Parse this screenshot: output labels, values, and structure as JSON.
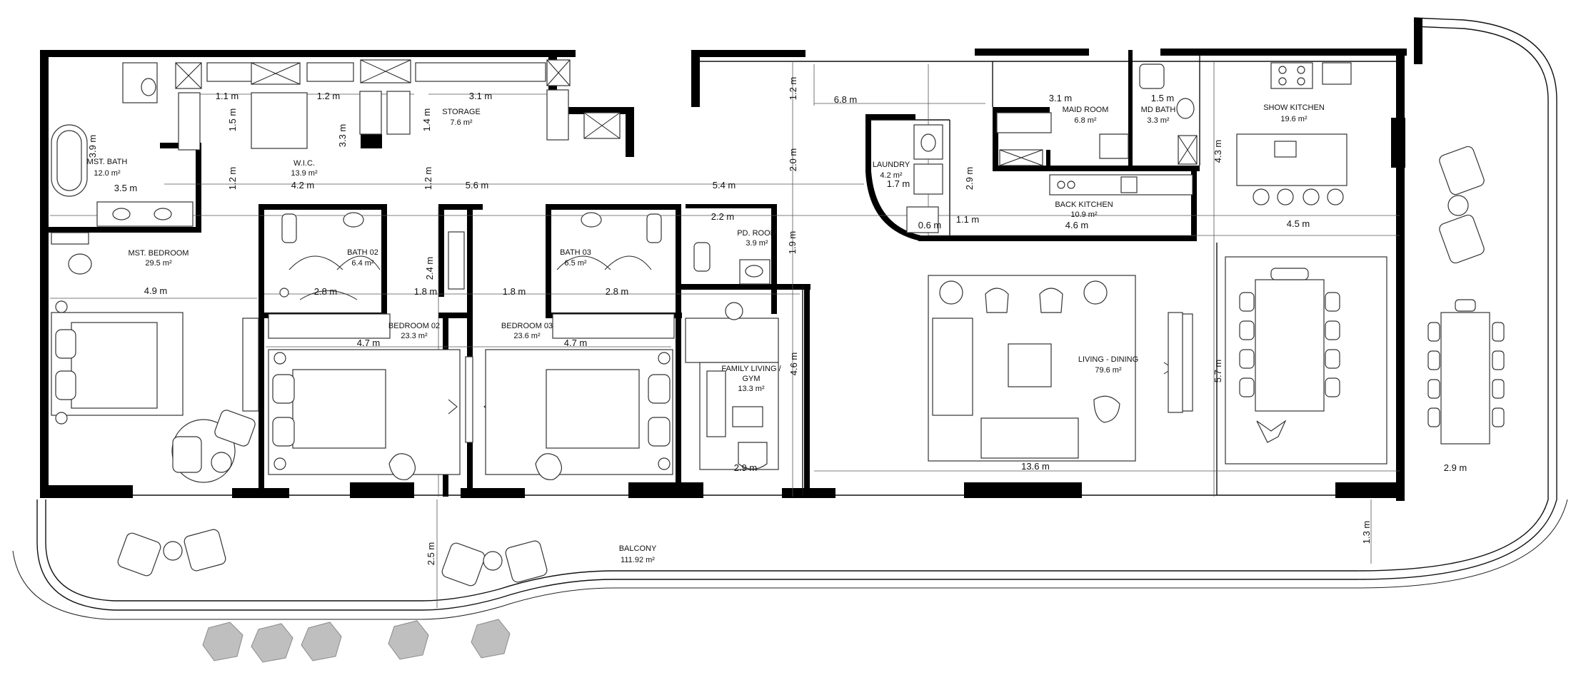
{
  "rooms": [
    {
      "name": "MST. BATH",
      "area": "12.0 m²"
    },
    {
      "name": "W.I.C.",
      "area": "13.9 m²"
    },
    {
      "name": "STORAGE",
      "area": "7.6 m²"
    },
    {
      "name": "MAID ROOM",
      "area": "6.8 m²"
    },
    {
      "name": "MD BATH",
      "area": "3.3 m²"
    },
    {
      "name": "SHOW KITCHEN",
      "area": "19.6 m²"
    },
    {
      "name": "LAUNDRY",
      "area": "4.2 m²"
    },
    {
      "name": "BACK KITCHEN",
      "area": "10.9 m²"
    },
    {
      "name": "MST. BEDROOM",
      "area": "29.5 m²"
    },
    {
      "name": "BATH 02",
      "area": "6.4 m²"
    },
    {
      "name": "BATH 03",
      "area": "6.5 m²"
    },
    {
      "name": "PD. ROOM",
      "area": "3.9 m²"
    },
    {
      "name": "BEDROOM 02",
      "area": "23.3 m²"
    },
    {
      "name": "BEDROOM 03",
      "area": "23.6 m²"
    },
    {
      "name": "FAMILY LIVING /",
      "name2": "GYM",
      "area": "13.3 m²"
    },
    {
      "name": "LIVING - DINING",
      "area": "79.6 m²"
    },
    {
      "name": "BALCONY",
      "area": "111.92 m²"
    }
  ],
  "dimensions": [
    "1.1 m",
    "1.2 m",
    "3.1 m",
    "1.5 m",
    "1.4 m",
    "3.3 m",
    "3.9 m",
    "3.5 m",
    "1.2 m",
    "4.2 m",
    "1.2 m",
    "5.6 m",
    "5.4 m",
    "6.8 m",
    "1.2 m",
    "2.0 m",
    "3.1 m",
    "1.5 m",
    "1.7 m",
    "2.9 m",
    "0.6 m",
    "1.1 m",
    "4.6 m",
    "4.3 m",
    "4.5 m",
    "2.2 m",
    "1.9 m",
    "4.9 m",
    "2.4 m",
    "2.8 m",
    "1.8 m",
    "1.8 m",
    "2.8 m",
    "4.7 m",
    "4.7 m",
    "4.6 m",
    "5.7 m",
    "2.9 m",
    "13.6 m",
    "2.9 m",
    "2.5 m",
    "1.3 m"
  ]
}
